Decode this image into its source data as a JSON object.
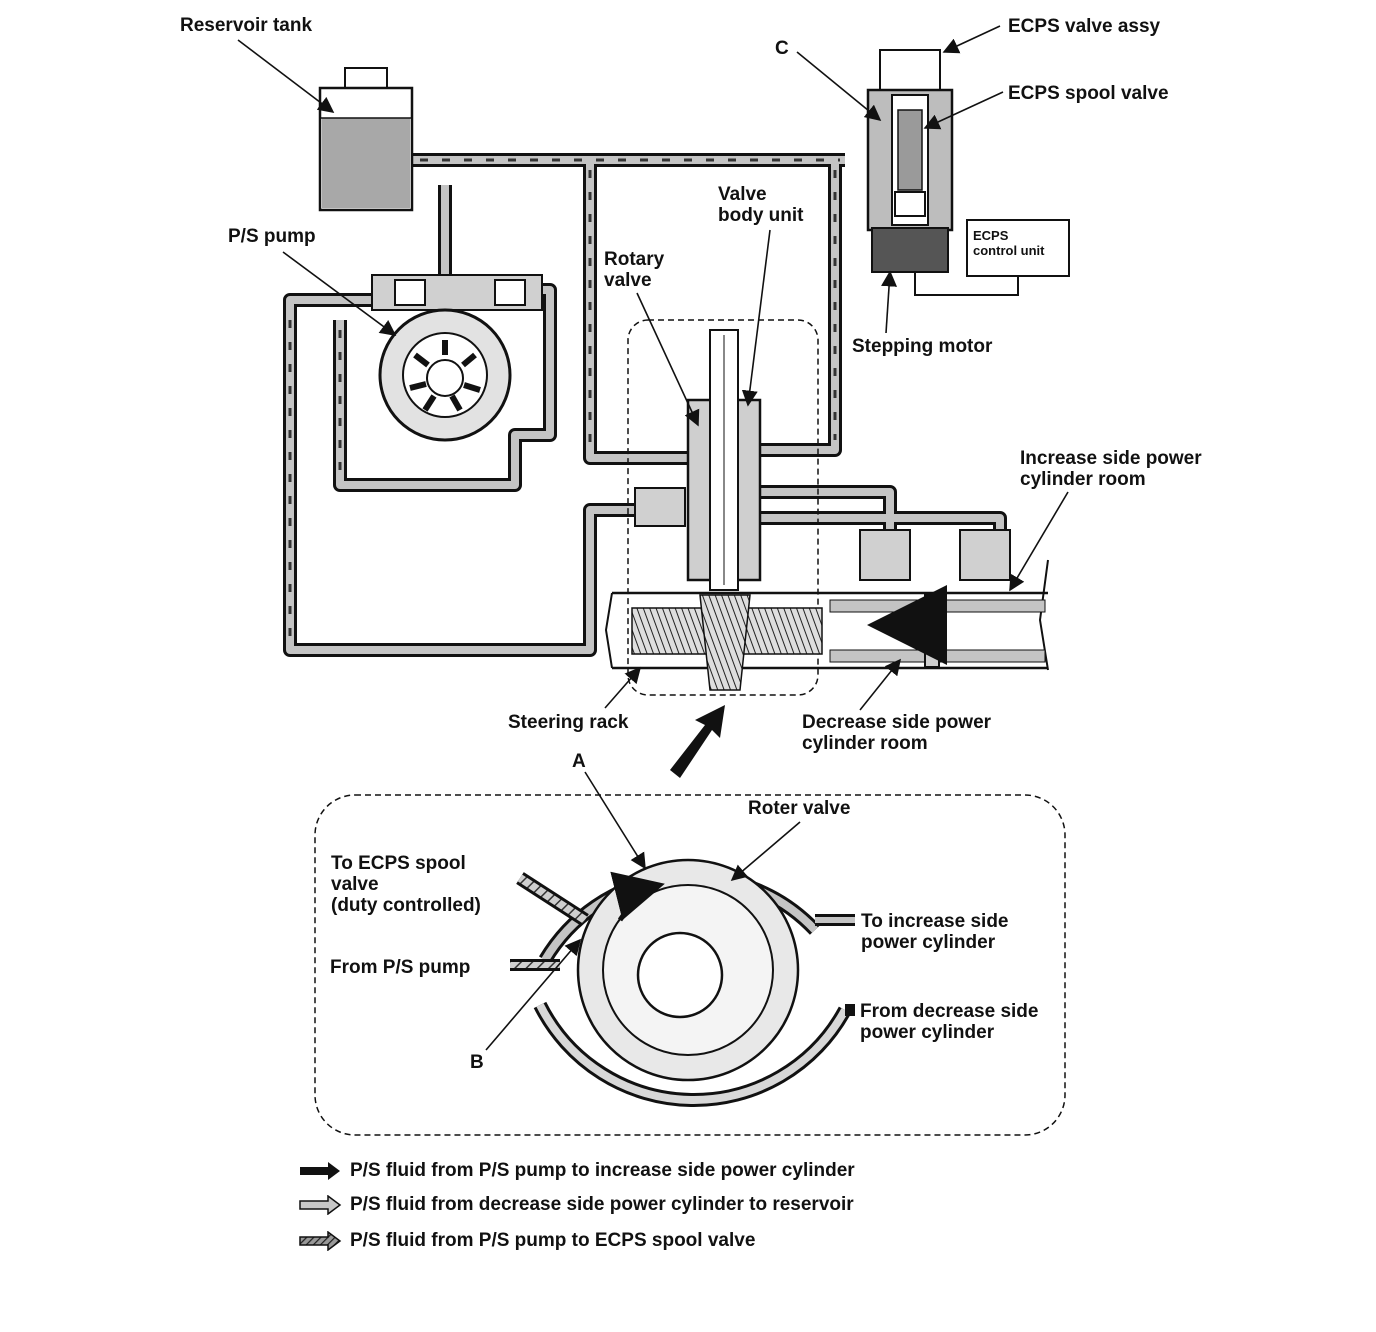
{
  "labels": {
    "reservoir_tank": "Reservoir tank",
    "ecps_valve_assy": "ECPS valve assy",
    "c": "C",
    "ecps_spool_valve": "ECPS spool valve",
    "ps_pump": "P/S pump",
    "valve_body_unit": "Valve\nbody unit",
    "rotary_valve": "Rotary\nvalve",
    "ecps_control_unit": "ECPS\ncontrol unit",
    "stepping_motor": "Stepping motor",
    "increase_side_room": "Increase side power\ncylinder room",
    "steering_rack": "Steering rack",
    "decrease_side_room": "Decrease side power\ncylinder room",
    "a": "A",
    "roter_valve": "Roter valve",
    "to_ecps_spool": "To ECPS spool\nvalve\n(duty controlled)",
    "from_ps_pump": "From P/S pump",
    "to_increase_side": "To increase side\npower cylinder",
    "from_decrease_side": "From decrease side\npower cylinder",
    "b": "B"
  },
  "legend": [
    {
      "label": "P/S fluid from P/S pump to increase side power cylinder",
      "style": "solid-black"
    },
    {
      "label": "P/S fluid from decrease side power cylinder to reservoir",
      "style": "light-gray"
    },
    {
      "label": "P/S fluid from P/S pump to ECPS spool valve",
      "style": "dark-hatched"
    }
  ],
  "colors": {
    "line": "#111111",
    "pipe_fill": "#bdbdbd",
    "dark_fill": "#555555",
    "fluid": "#9a9a9a"
  }
}
